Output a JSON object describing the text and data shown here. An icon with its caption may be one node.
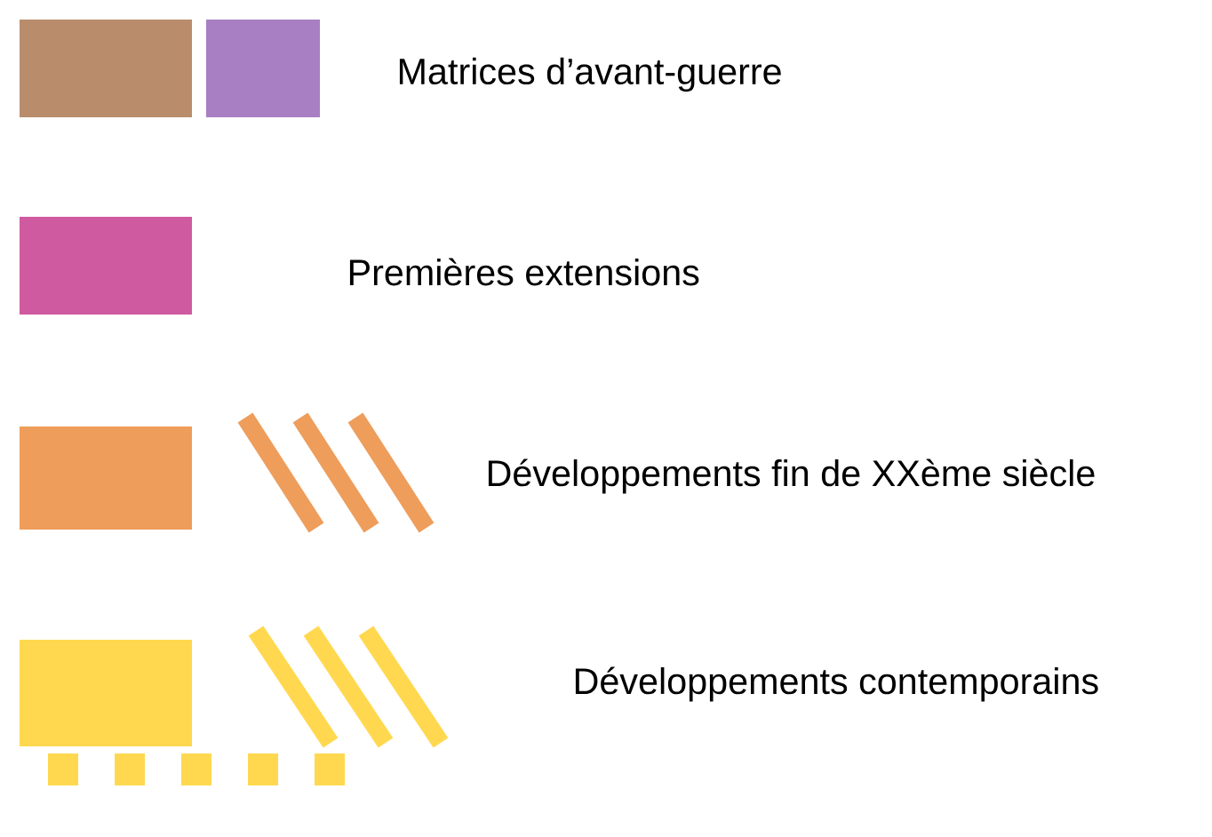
{
  "diagram": {
    "legend": [
      {
        "text": "Matrices d’avant-guerre",
        "color": "#b98c6c"
      },
      {
        "text": "Premières extensions",
        "color": "#d05a9f"
      },
      {
        "text": "Développements fin de XXème siècle",
        "color": "#ee9d5b"
      },
      {
        "text": "Développements contemporains",
        "color": "#ffd84f"
      }
    ]
  }
}
